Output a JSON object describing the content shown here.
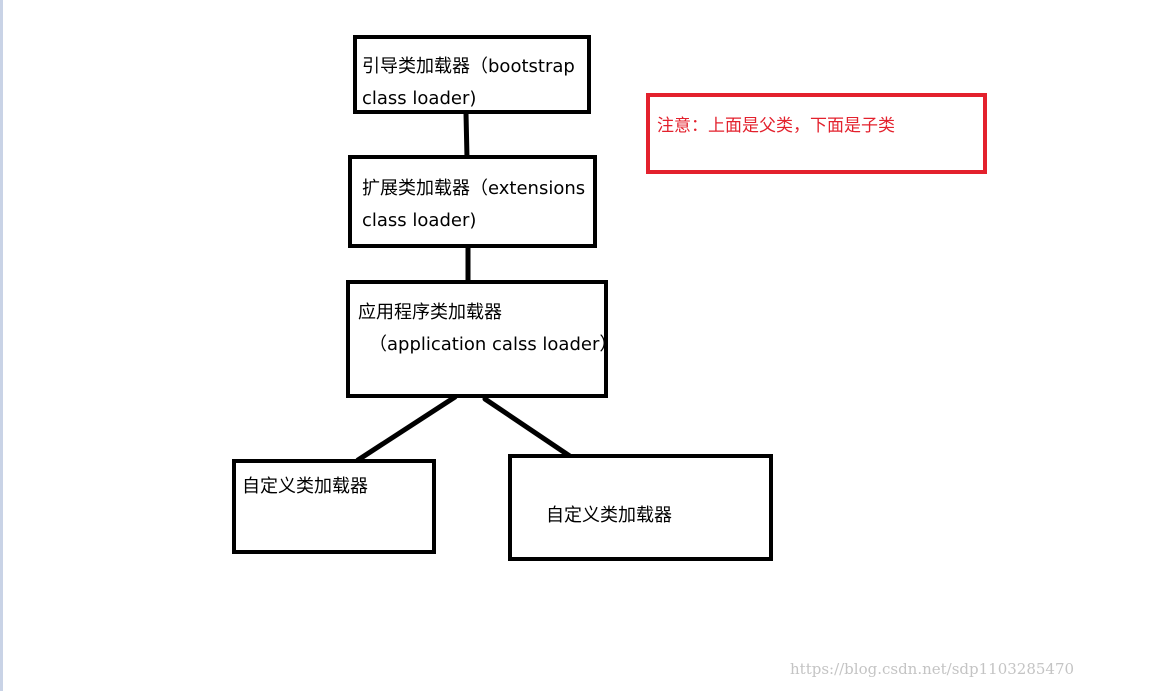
{
  "diagram": {
    "nodes": [
      {
        "id": "bootstrap",
        "lines": [
          "引导类加载器（bootstrap",
          "class loader)"
        ]
      },
      {
        "id": "extensions",
        "lines": [
          "扩展类加载器（extensions",
          "class loader)"
        ]
      },
      {
        "id": "application",
        "lines": [
          "应用程序类加载器",
          "（application calss loader）"
        ]
      },
      {
        "id": "custom-1",
        "lines": [
          "自定义类加载器"
        ]
      },
      {
        "id": "custom-2",
        "lines": [
          "自定义类加载器"
        ]
      }
    ],
    "edges": [
      {
        "from": "bootstrap",
        "to": "extensions"
      },
      {
        "from": "extensions",
        "to": "application"
      },
      {
        "from": "application",
        "to": "custom-1"
      },
      {
        "from": "application",
        "to": "custom-2"
      }
    ],
    "note": "注意：上面是父类，下面是子类",
    "colors": {
      "box_border": "#000000",
      "note_border": "#e3212d",
      "note_text": "#e3212d"
    }
  },
  "watermark": "https://blog.csdn.net/sdp1103285470"
}
